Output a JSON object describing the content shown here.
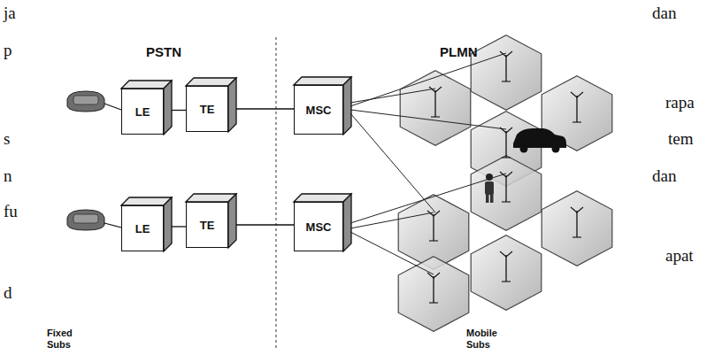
{
  "diagram": {
    "nodes": [
      {
        "text": [
          "LE"
        ]
      },
      {
        "text": [
          "TE"
        ]
      },
      {
        "text": [
          "MSC"
        ]
      },
      {
        "text": [
          "LE"
        ]
      },
      {
        "text": [
          "TE"
        ]
      },
      {
        "text": [
          "MSC"
        ]
      }
    ],
    "edges": [
      {
        "from": 0,
        "to": 1,
        "arrow": "none"
      },
      {
        "from": 1,
        "to": 2,
        "arrow": "none"
      },
      {
        "from": 3,
        "to": 4,
        "arrow": "none"
      },
      {
        "from": 4,
        "to": 5,
        "arrow": "none"
      }
    ],
    "labels": [
      "PSTN",
      "PLMN",
      "Fixed Subs",
      "Mobile Subs",
      "ja",
      "dan",
      "p",
      "rapa",
      "s",
      "tem",
      "n",
      "dan",
      "fu",
      "apat",
      "d"
    ]
  }
}
